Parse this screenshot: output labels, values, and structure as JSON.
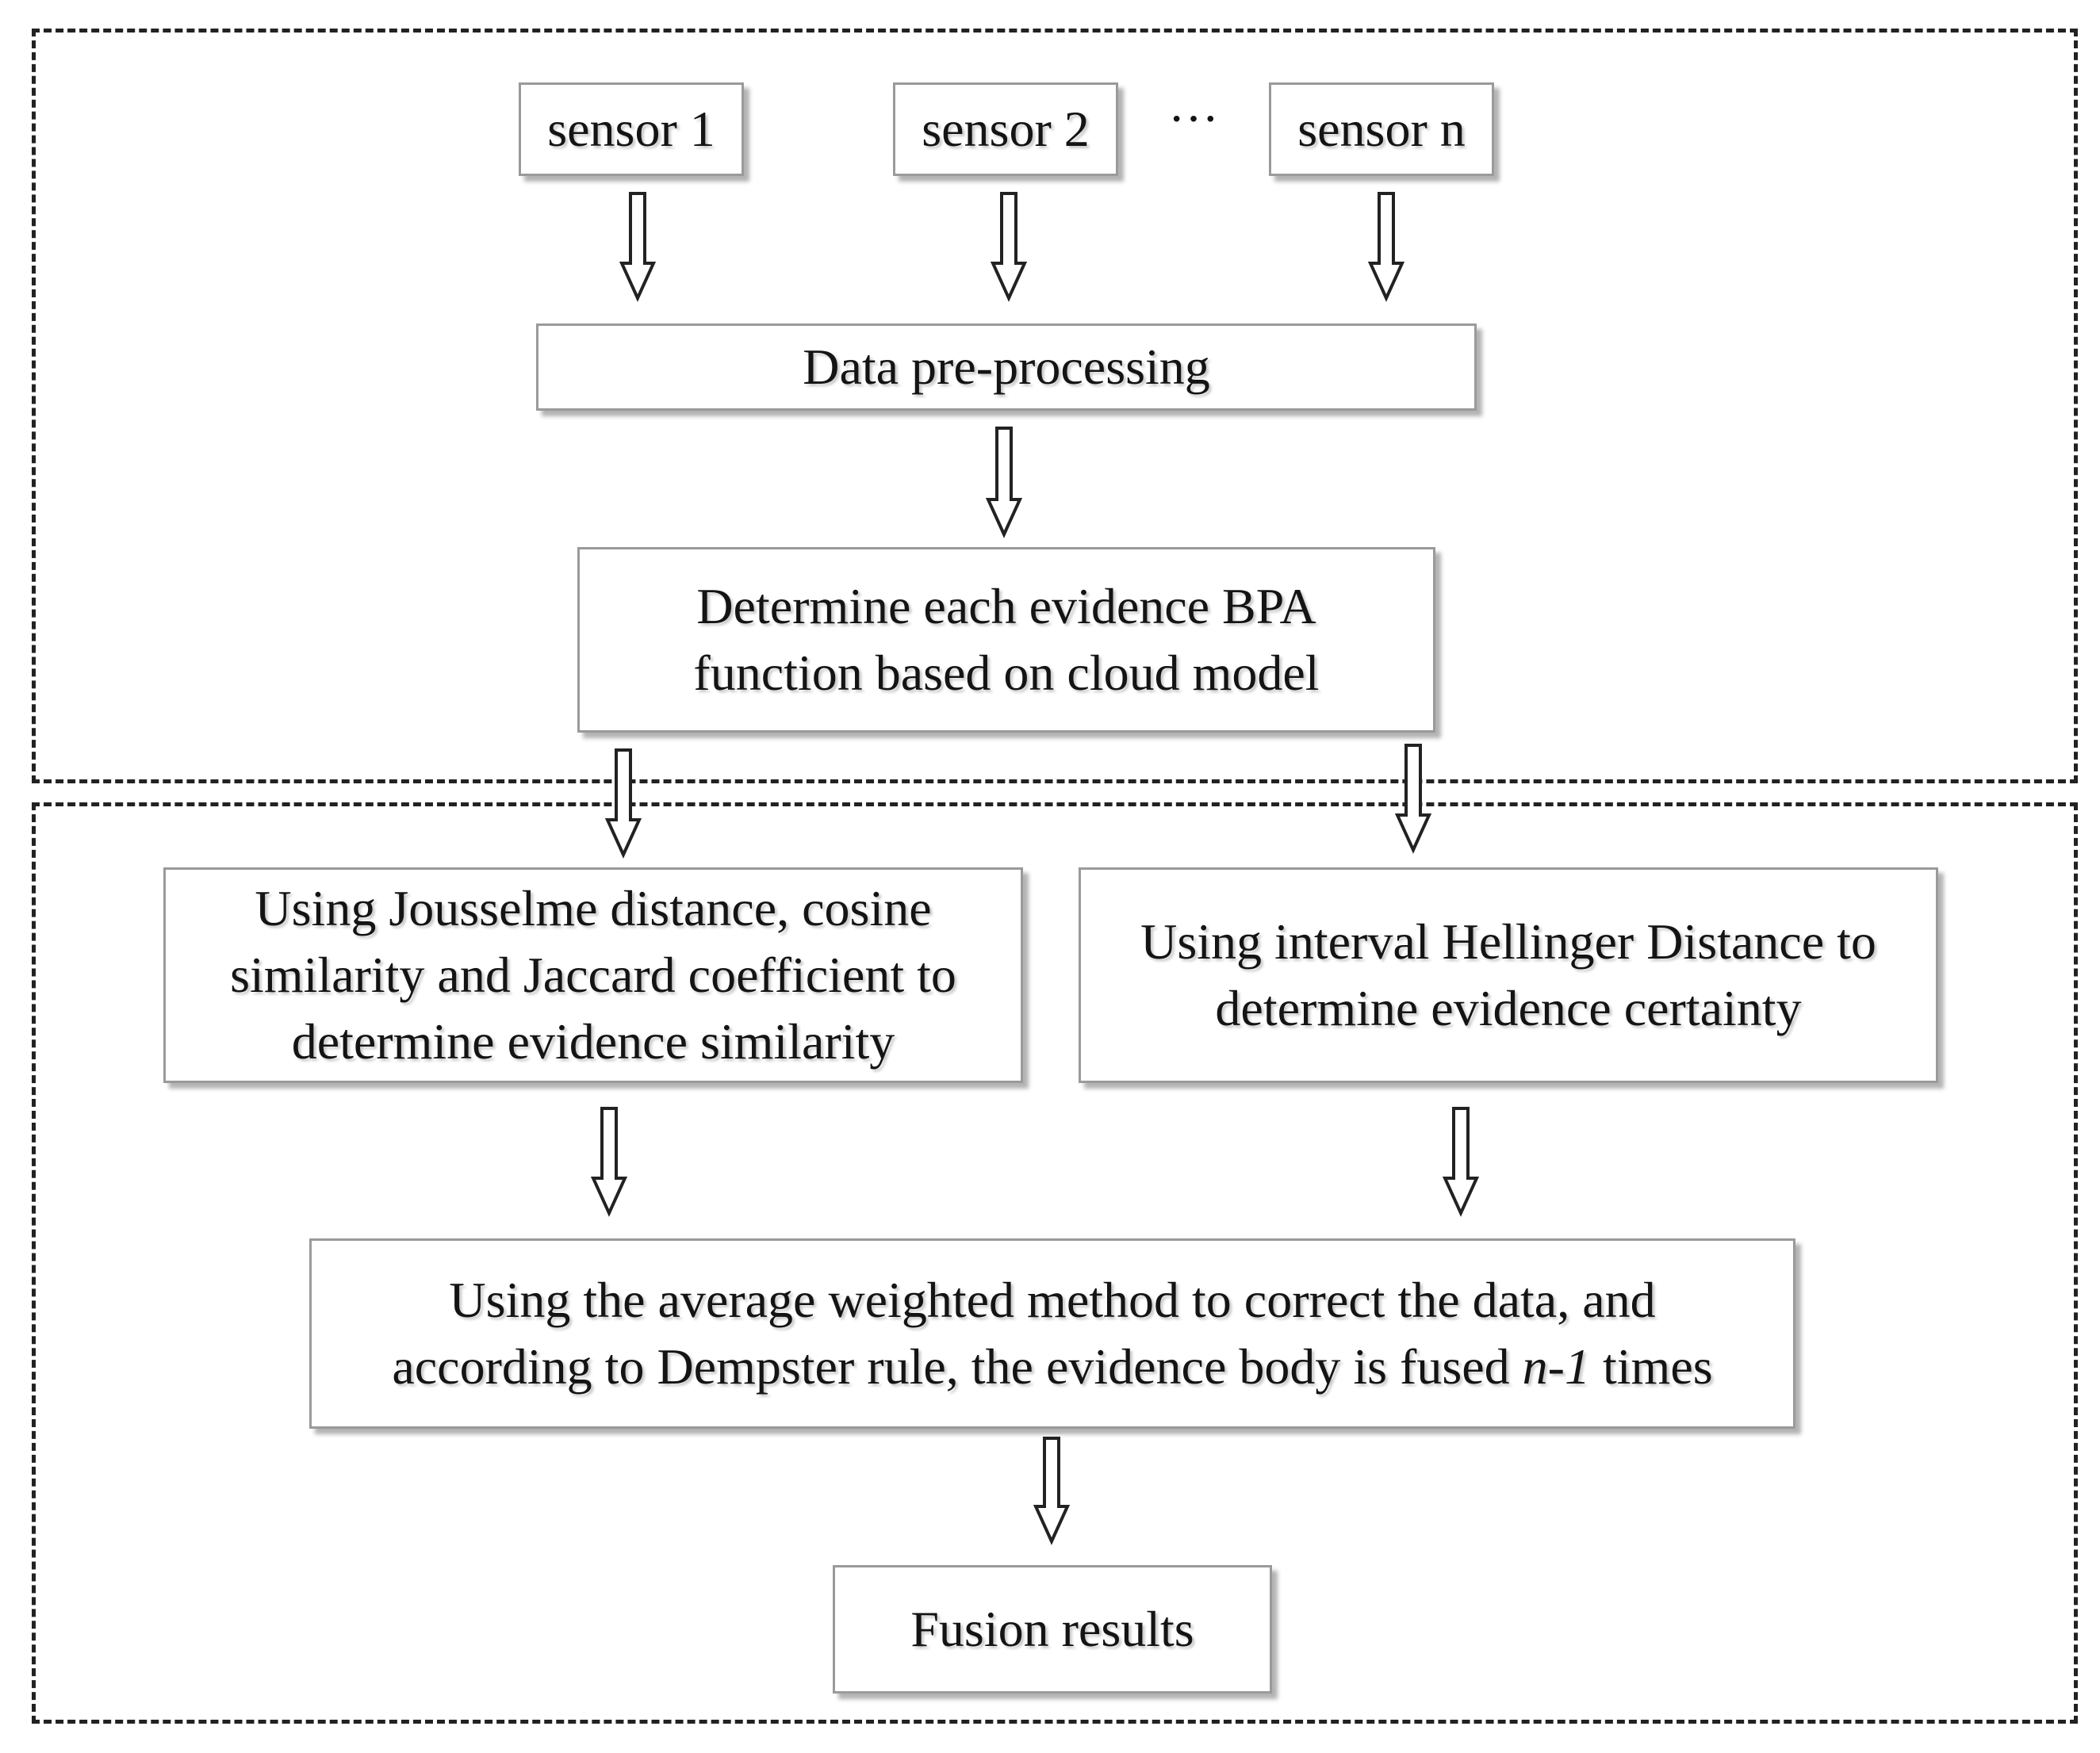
{
  "diagram": {
    "sensors": [
      {
        "label": "sensor 1"
      },
      {
        "label": "sensor 2"
      },
      {
        "label": "sensor n"
      }
    ],
    "ellipsis": "···",
    "preprocessing": {
      "label": "Data pre-processing"
    },
    "bpa": {
      "lines": [
        "Determine each evidence BPA",
        "function based on cloud model"
      ]
    },
    "similarity": {
      "lines": [
        "Using Jousselme distance, cosine",
        "similarity and Jaccard coefficient to",
        "determine evidence similarity"
      ]
    },
    "certainty": {
      "lines": [
        "Using interval Hellinger Distance to",
        "determine evidence certainty"
      ]
    },
    "correction": {
      "line1": "Using the average weighted method to correct the data, and",
      "line2_prefix": "according to Dempster rule, the evidence body is fused ",
      "line2_emphasis": "n-1",
      "line2_suffix": " times"
    },
    "fusion": {
      "label": "Fusion results"
    }
  }
}
